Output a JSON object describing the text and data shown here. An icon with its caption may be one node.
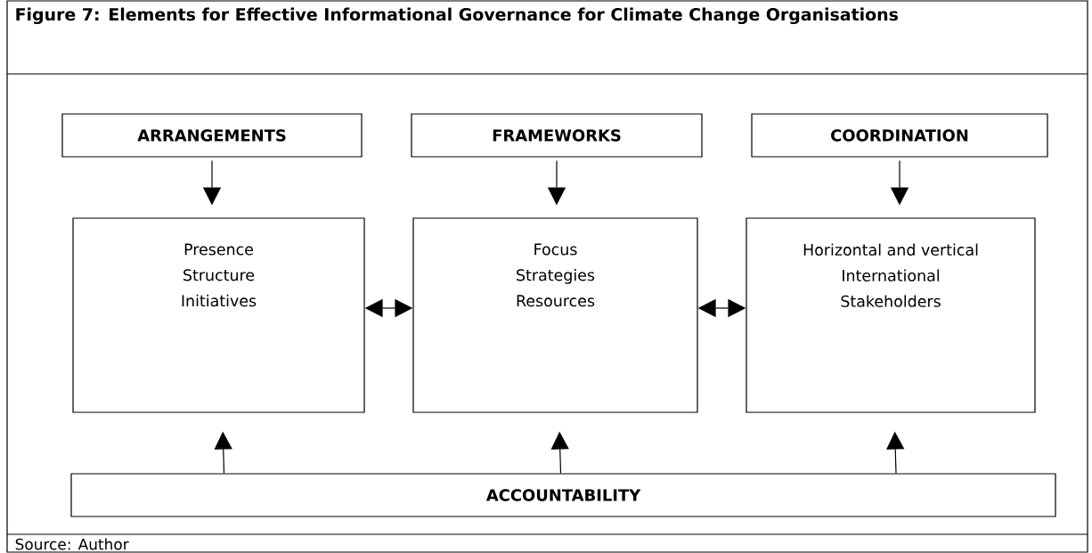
{
  "diagram": {
    "title": "Figure 7: Elements for Effective Informational Governance for Climate Change Organisations",
    "caption": "Source: Author",
    "nodes": [
      {
        "text": [
          "ARRANGEMENTS"
        ]
      },
      {
        "text": [
          "FRAMEWORKS"
        ]
      },
      {
        "text": [
          "COORDINATION"
        ]
      },
      {
        "text": [
          "Presence",
          "Structure",
          "Initiatives"
        ]
      },
      {
        "text": [
          "Focus",
          "Strategies",
          "Resources"
        ]
      },
      {
        "text": [
          "Horizontal and vertical",
          "International",
          "Stakeholders"
        ]
      },
      {
        "text": [
          "ACCOUNTABILITY"
        ]
      }
    ],
    "edges": [
      {
        "from": 0,
        "to": 3,
        "arrow": "to"
      },
      {
        "from": 1,
        "to": 4,
        "arrow": "to"
      },
      {
        "from": 2,
        "to": 5,
        "arrow": "to"
      },
      {
        "from": 3,
        "to": 4,
        "arrow": "both"
      },
      {
        "from": 4,
        "to": 5,
        "arrow": "both"
      },
      {
        "from": 6,
        "to": 3,
        "arrow": "to"
      },
      {
        "from": 6,
        "to": 4,
        "arrow": "to"
      },
      {
        "from": 6,
        "to": 5,
        "arrow": "to"
      }
    ]
  }
}
